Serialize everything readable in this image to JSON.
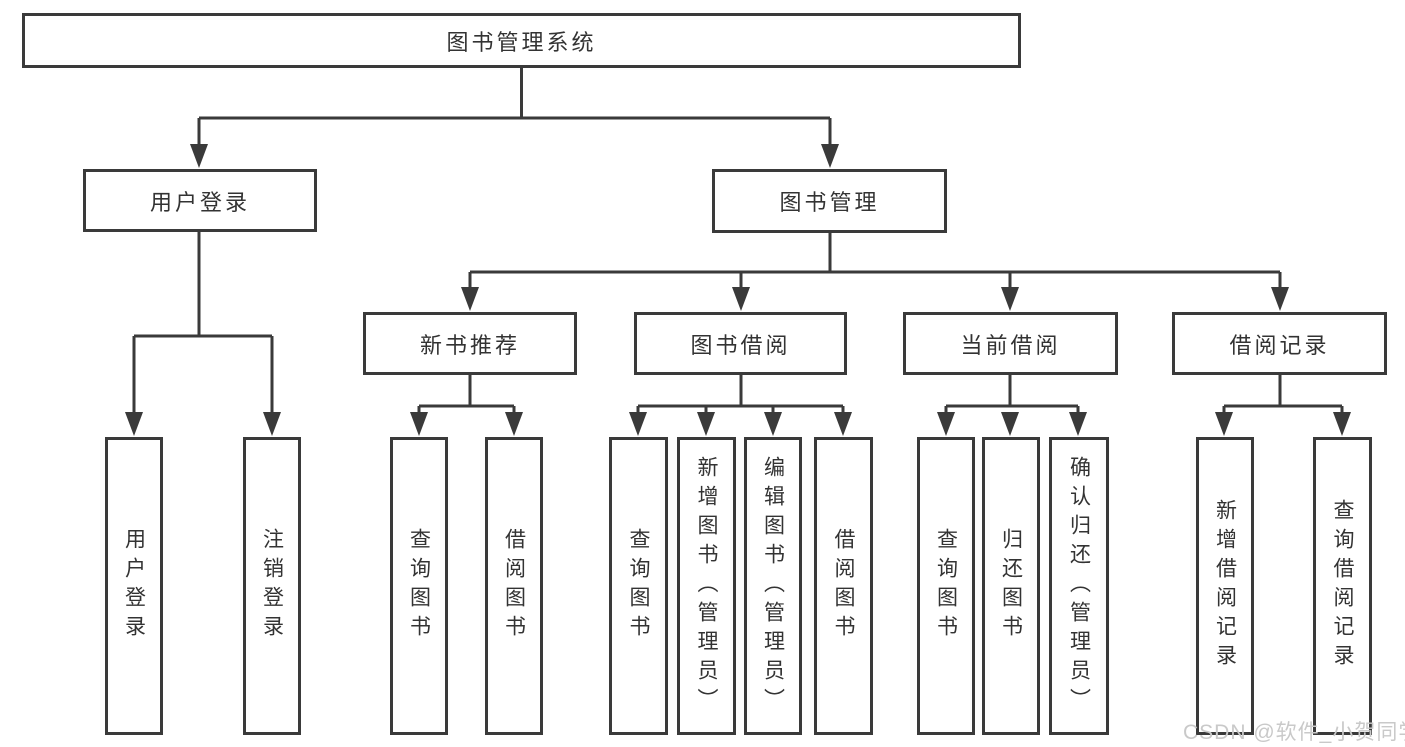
{
  "colors": {
    "line": "#3a3a3a",
    "text": "#333333",
    "watermark": "#c9c9c9",
    "background": "#ffffff"
  },
  "watermark": "CSDN @软件_小贺同学",
  "tree": {
    "root": {
      "label": "图书管理系统"
    },
    "branches": [
      {
        "label": "用户登录",
        "children": [
          {
            "label": "用户登录"
          },
          {
            "label": "注销登录"
          }
        ]
      },
      {
        "label": "图书管理",
        "sections": [
          {
            "label": "新书推荐",
            "children": [
              {
                "label": "查询图书"
              },
              {
                "label": "借阅图书"
              }
            ]
          },
          {
            "label": "图书借阅",
            "children": [
              {
                "label": "查询图书"
              },
              {
                "label": "新增图书（管理员）"
              },
              {
                "label": "编辑图书（管理员）"
              },
              {
                "label": "借阅图书"
              }
            ]
          },
          {
            "label": "当前借阅",
            "children": [
              {
                "label": "查询图书"
              },
              {
                "label": "归还图书"
              },
              {
                "label": "确认归还（管理员）"
              }
            ]
          },
          {
            "label": "借阅记录",
            "children": [
              {
                "label": "新增借阅记录"
              },
              {
                "label": "查询借阅记录"
              }
            ]
          }
        ]
      }
    ]
  }
}
